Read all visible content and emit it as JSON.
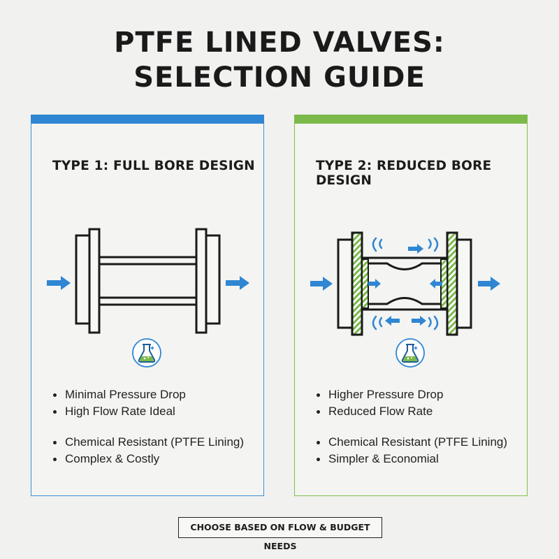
{
  "title": {
    "line1": "PTFE LINED VALVES:",
    "line2": "SELECTION GUIDE"
  },
  "colors": {
    "blue": "#2f86d2",
    "green": "#7ab94a",
    "ink": "#1c1c1c"
  },
  "cards": [
    {
      "heading": "TYPE 1: FULL BORE DESIGN",
      "icon": "flask-icon",
      "features": [
        "Minimal Pressure Drop",
        "High Flow Rate Ideal"
      ],
      "properties": [
        "Chemical Resistant (PTFE Lining)",
        "Complex & Costly"
      ]
    },
    {
      "heading": "TYPE 2: REDUCED BORE DESIGN",
      "icon": "flask-icon",
      "features": [
        "Higher Pressure Drop",
        "Reduced Flow Rate"
      ],
      "properties": [
        "Chemical Resistant (PTFE Lining)",
        "Simpler & Economial"
      ]
    }
  ],
  "footer": "CHOOSE BASED ON FLOW & BUDGET NEEDS"
}
